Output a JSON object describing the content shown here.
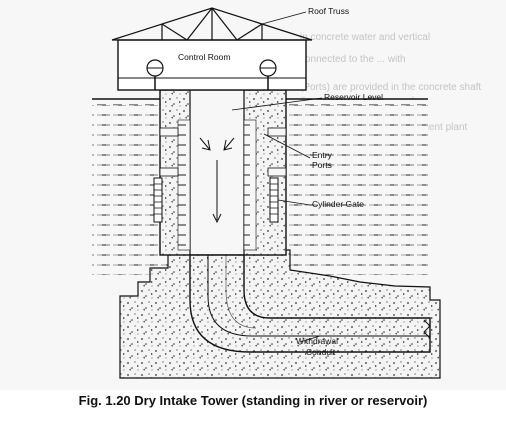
{
  "labels": {
    "roof_truss": "Roof Truss",
    "control_room": "Control Room",
    "reservoir_level": "Reservoir Level",
    "entry_ports": [
      "Entry",
      "Ports"
    ],
    "cylinder_gate": "Cylinder Gate",
    "withdrawal_conduit": [
      "Withdrawal",
      "Conduit"
    ]
  },
  "caption": "Fig. 1.20 Dry Intake Tower (standing in river or reservoir)"
}
